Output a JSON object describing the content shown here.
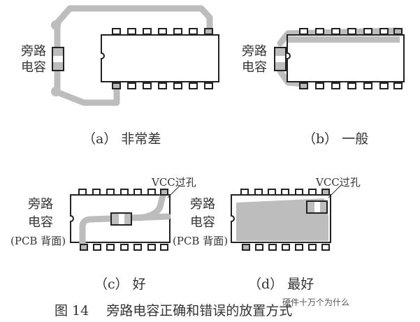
{
  "panels": {
    "a": {
      "label": "旁路",
      "label2": "电容",
      "caption": "（a） 非常差"
    },
    "b": {
      "label": "旁路",
      "label2": "电容",
      "caption": "（b） 一般"
    },
    "c": {
      "label": "旁路",
      "label2": "电容",
      "label3": "(PCB 背面)",
      "via_label": "VCC过孔",
      "caption": "（c） 好"
    },
    "d": {
      "label": "旁路",
      "label2": "电容",
      "label3": "(PCB 背面)",
      "via_label": "VCC过孔",
      "caption": "（d） 最好"
    }
  },
  "figure_caption": "图 14　 旁路电容正确和错误的放置方式",
  "watermark": "硬件十万个为什么",
  "colors": {
    "trace": "#bdbdbd",
    "outline": "#222222"
  }
}
